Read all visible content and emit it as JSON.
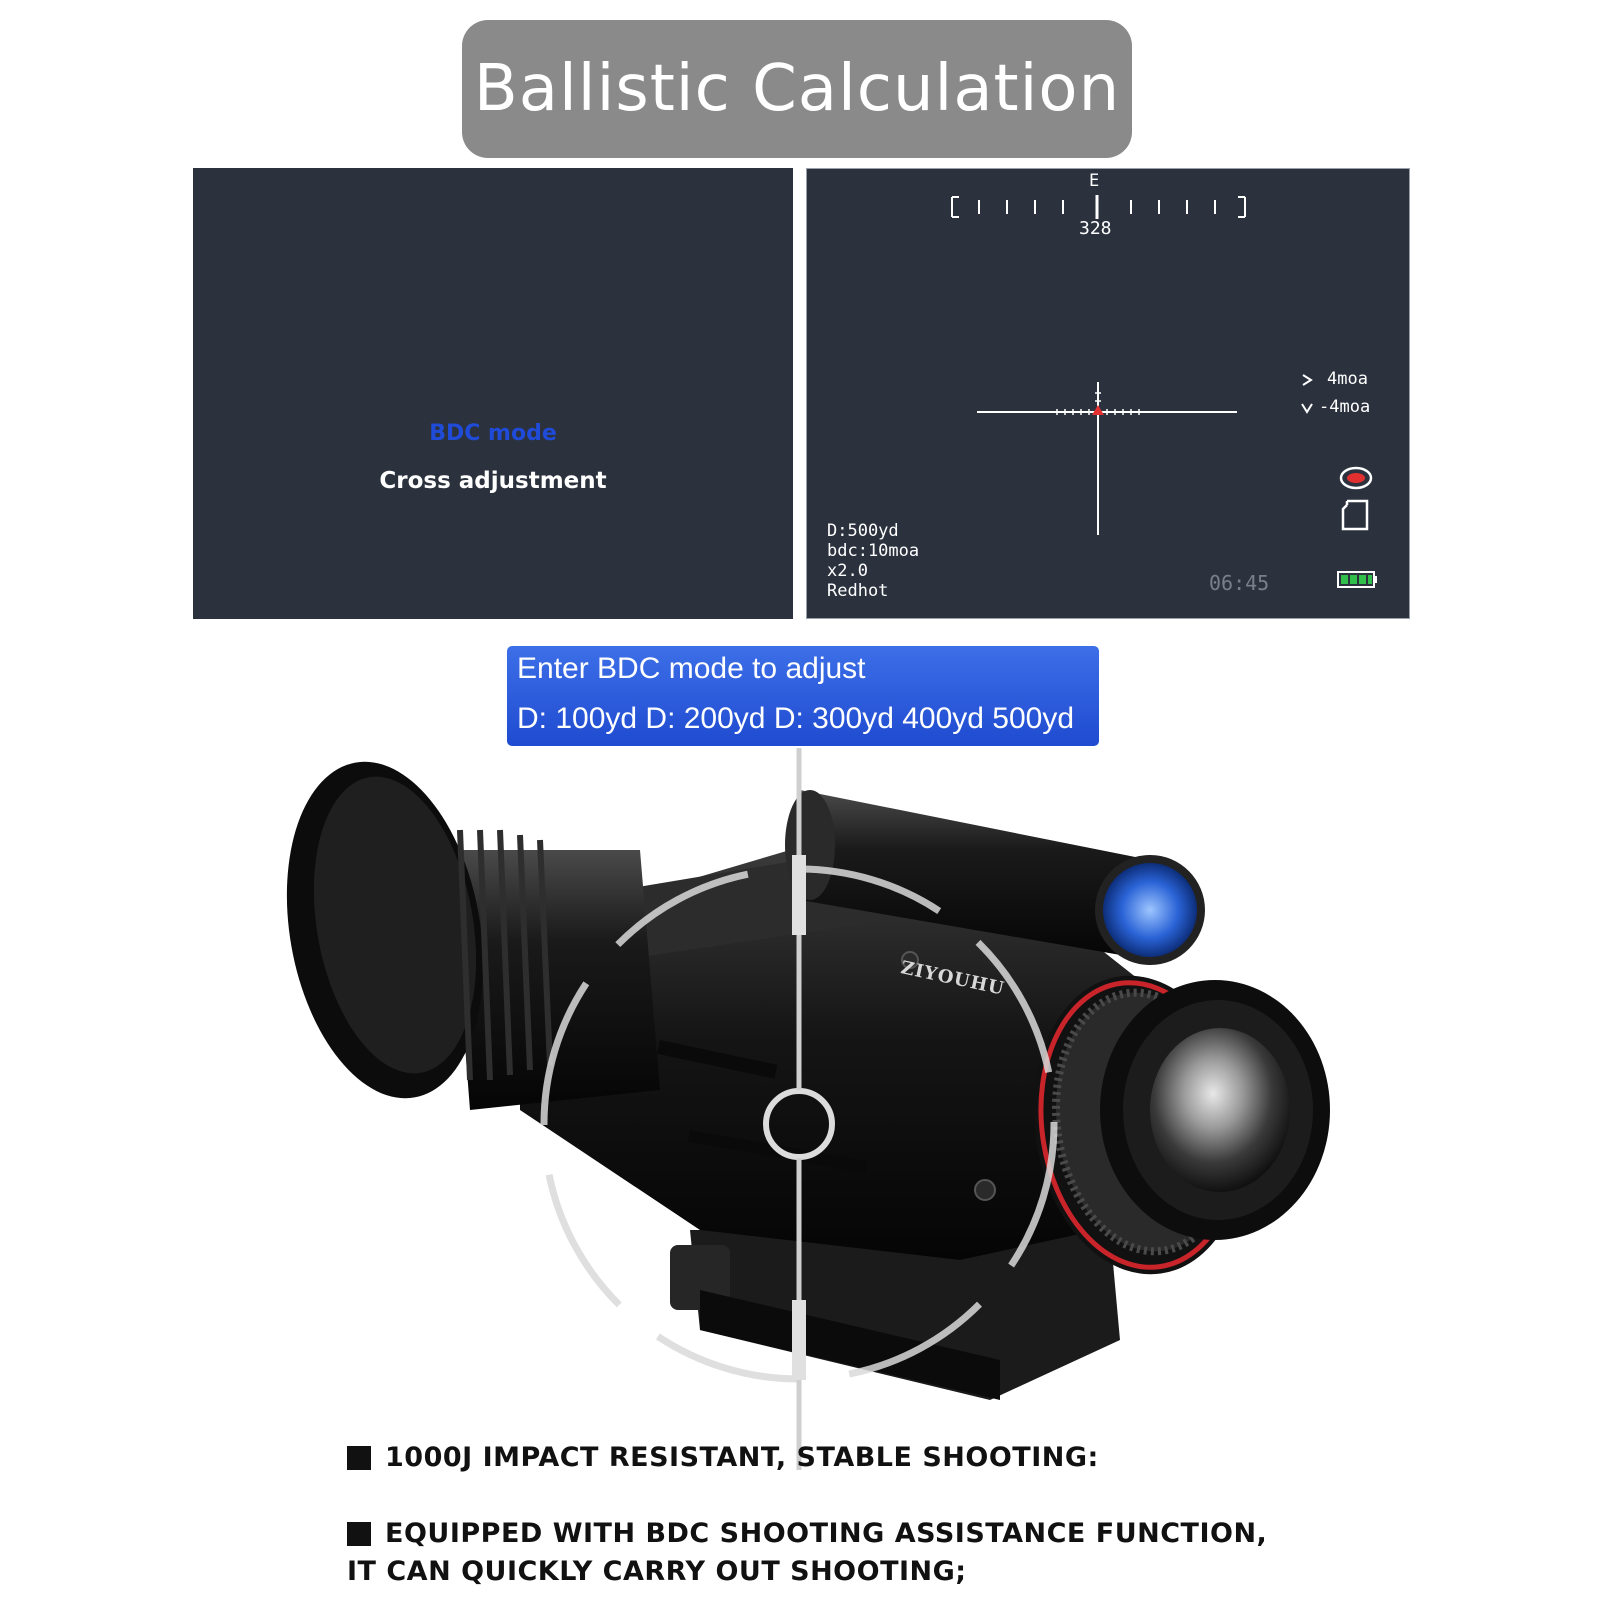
{
  "title": "Ballistic Calculation",
  "menu_panel": {
    "selected_item": "BDC mode",
    "item": "Cross adjustment"
  },
  "scope_view": {
    "compass_letter": "E",
    "heading": "328",
    "windage": "4moa",
    "elevation": "-4moa",
    "distance": "D:500yd",
    "bdc": "bdc:10moa",
    "zoom": "x2.0",
    "palette": "Redhot",
    "clock": "06:45",
    "accent_color": "#e23030",
    "battery_color": "#2fbf4a",
    "icons": [
      "record-icon",
      "sd-card-icon",
      "battery-icon"
    ]
  },
  "info_box": {
    "line1": "Enter BDC mode to adjust",
    "line2": "D: 100yd D: 200yd D: 300yd 400yd 500yd",
    "color": "#2a57d8"
  },
  "product": {
    "brand": "ZIYOUHU"
  },
  "features": {
    "item1": "1000J IMPACT RESISTANT, STABLE SHOOTING:",
    "item2_line1": "EQUIPPED WITH BDC SHOOTING ASSISTANCE FUNCTION,",
    "item2_line2": "IT CAN QUICKLY CARRY OUT SHOOTING;"
  }
}
